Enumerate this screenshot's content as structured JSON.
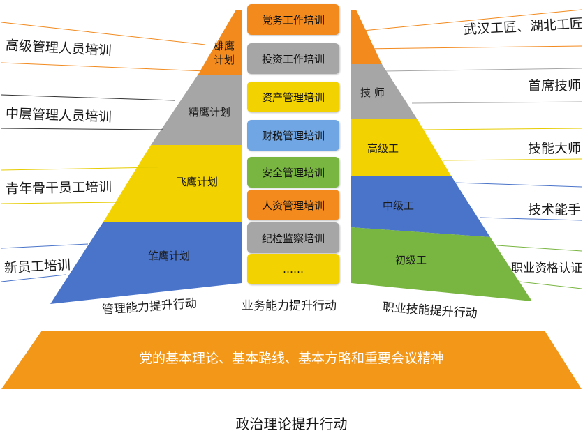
{
  "colors": {
    "orange": "#F28A1E",
    "gray": "#A6A6A6",
    "yellow": "#F2D200",
    "blue": "#4A74C9",
    "light_blue": "#6FA6E3",
    "green": "#79B541",
    "base_orange": "#F39719"
  },
  "left_pyramid": {
    "caption": "管理能力提升行动",
    "tiers": [
      "雄鹰\n计划",
      "精鹰计划",
      "飞鹰计划",
      "雏鹰计划"
    ],
    "side_labels": [
      "高级管理人员培训",
      "中层管理人员培训",
      "青年骨干员工培训",
      "新员工培训"
    ]
  },
  "center_column": {
    "caption": "业务能力提升行动",
    "boxes": [
      "党务工作培训",
      "投资工作培训",
      "资产管理培训",
      "财税管理培训",
      "安全管理培训",
      "人资管理培训",
      "纪检监察培训",
      "……"
    ]
  },
  "right_pyramid": {
    "caption": "职业技能提升行动",
    "tiers": [
      "技 师",
      "高级工",
      "中级工",
      "初级工"
    ],
    "side_labels": [
      "武汉工匠、湖北工匠",
      "首席技师",
      "技能大师",
      "技术能手",
      "职业资格认证"
    ]
  },
  "base": {
    "text": "党的基本理论、基本路线、基本方略和重要会议精神"
  },
  "bottom_title": "政治理论提升行动"
}
